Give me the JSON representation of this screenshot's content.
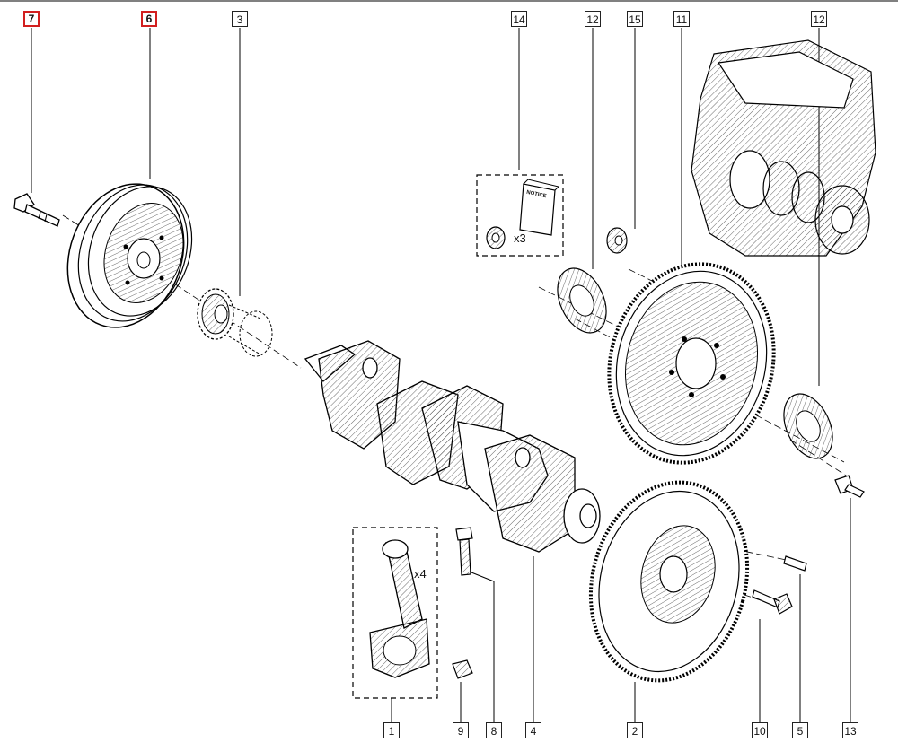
{
  "diagram": {
    "callouts": [
      {
        "id": "c7a",
        "text": "7",
        "highlight": true
      },
      {
        "id": "c6a",
        "text": "6",
        "highlight": true
      },
      {
        "id": "c3",
        "text": "3",
        "highlight": false
      },
      {
        "id": "c14",
        "text": "14",
        "highlight": false
      },
      {
        "id": "c12a",
        "text": "12",
        "highlight": false
      },
      {
        "id": "c15",
        "text": "15",
        "highlight": false
      },
      {
        "id": "c11",
        "text": "11",
        "highlight": false
      },
      {
        "id": "c12b",
        "text": "12",
        "highlight": false
      },
      {
        "id": "c1",
        "text": "1",
        "highlight": false
      },
      {
        "id": "c9",
        "text": "9",
        "highlight": false
      },
      {
        "id": "c8",
        "text": "8",
        "highlight": false
      },
      {
        "id": "c4",
        "text": "4",
        "highlight": false
      },
      {
        "id": "c2",
        "text": "2",
        "highlight": false
      },
      {
        "id": "c10",
        "text": "10",
        "highlight": false
      },
      {
        "id": "c5",
        "text": "5",
        "highlight": false
      },
      {
        "id": "c13",
        "text": "13",
        "highlight": false
      }
    ],
    "kit_quantity": "x3",
    "rod_quantity": "x4",
    "notice_text": "NOTICE"
  }
}
